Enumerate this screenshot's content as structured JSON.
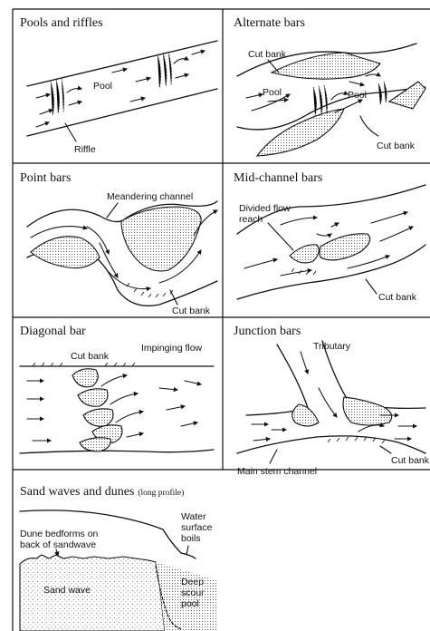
{
  "panels": [
    {
      "title": "Pools and  riffles",
      "labels": {
        "pool": "Pool",
        "riffle": "Riffle"
      }
    },
    {
      "title": "Alternate bars",
      "labels": {
        "cut_bank_1": "Cut bank",
        "pool_1": "Pool",
        "pool_2": "Pool",
        "cut_bank_2": "Cut bank"
      }
    },
    {
      "title": "Point bars",
      "labels": {
        "meandering": "Meandering channel",
        "cut_bank": "Cut bank"
      }
    },
    {
      "title": "Mid-channel bars",
      "labels": {
        "divided_1": "Divided flow",
        "divided_2": "reach",
        "cut_bank": "Cut bank"
      }
    },
    {
      "title": "Diagonal bar",
      "labels": {
        "cut_bank": "Cut bank",
        "impinging": "Impinging flow"
      }
    },
    {
      "title": "Junction bars",
      "labels": {
        "tributary": "Tributary",
        "cut_bank": "Cut bank",
        "main_stem": "Main stem channel"
      }
    },
    {
      "title": "Sand waves and dunes",
      "title_note": "(long profile)",
      "labels": {
        "water_1": "Water",
        "water_2": "surface",
        "water_3": "boils",
        "dune_1": "Dune bedforms on",
        "dune_2": "back of sandwave",
        "sand_wave": "Sand wave",
        "deep_1": "Deep",
        "deep_2": "scour",
        "deep_3": "pool"
      }
    }
  ]
}
